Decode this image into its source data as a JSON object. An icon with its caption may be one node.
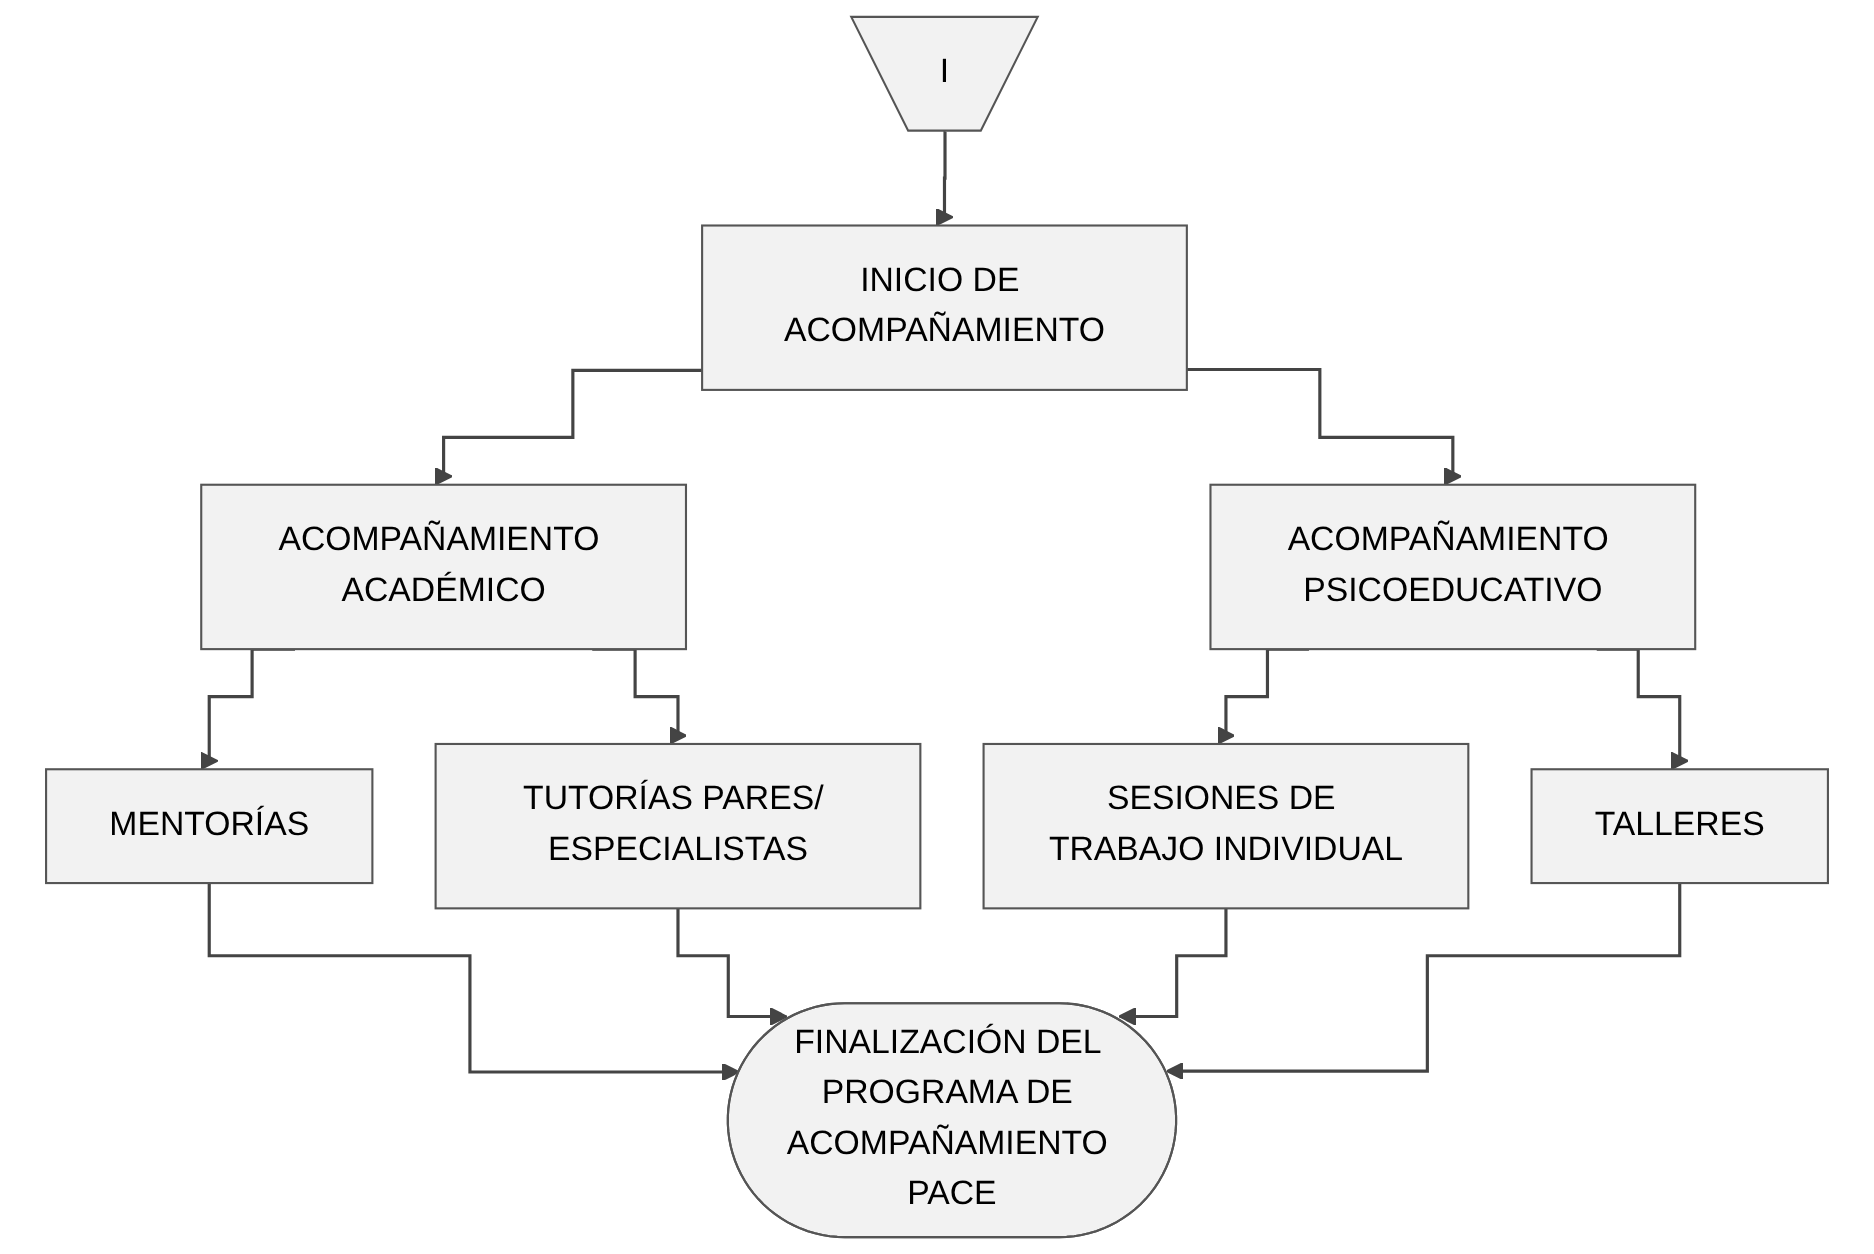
{
  "diagram": {
    "nodes": [
      {
        "text": [
          "I"
        ]
      },
      {
        "text": [
          "INICIO DE ACOMPAÑAMIENTO"
        ]
      },
      {
        "text": [
          "ACOMPAÑAMIENTO ACADÉMICO"
        ]
      },
      {
        "text": [
          "ACOMPAÑAMIENTO PSICOEDUCATIVO"
        ]
      },
      {
        "text": [
          "MENTORÍAS"
        ]
      },
      {
        "text": [
          "TUTORÍAS PARES/ ESPECIALISTAS"
        ]
      },
      {
        "text": [
          "SESIONES DE TRABAJO INDIVIDUAL"
        ]
      },
      {
        "text": [
          "TALLERES"
        ]
      },
      {
        "text": [
          "FINALIZACIÓN DEL PROGRAMA DE ACOMPAÑAMIENTO PACE"
        ]
      }
    ],
    "edges": [
      {
        "from": 0,
        "to": 1,
        "arrow": "to"
      },
      {
        "from": 1,
        "to": 2,
        "arrow": "to"
      },
      {
        "from": 1,
        "to": 3,
        "arrow": "to"
      },
      {
        "from": 2,
        "to": 4,
        "arrow": "to"
      },
      {
        "from": 2,
        "to": 5,
        "arrow": "to"
      },
      {
        "from": 3,
        "to": 6,
        "arrow": "to"
      },
      {
        "from": 3,
        "to": 7,
        "arrow": "to"
      },
      {
        "from": 4,
        "to": 8,
        "arrow": "to"
      },
      {
        "from": 5,
        "to": 8,
        "arrow": "to"
      },
      {
        "from": 6,
        "to": 8,
        "arrow": "to"
      },
      {
        "from": 7,
        "to": 8,
        "arrow": "to"
      }
    ]
  }
}
